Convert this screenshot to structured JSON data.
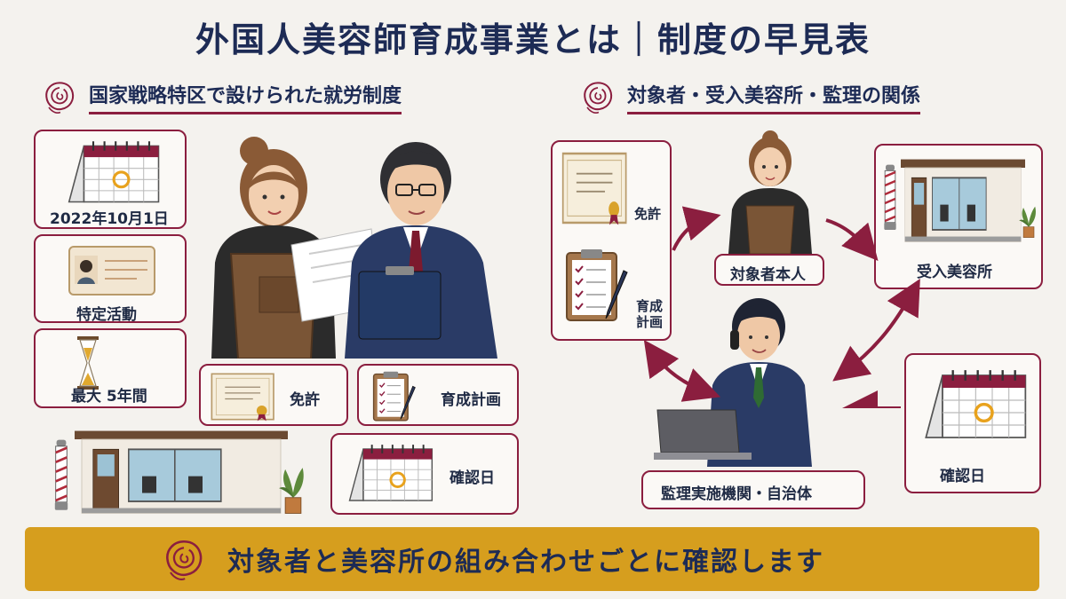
{
  "title": "外国人美容師育成事業とは｜制度の早見表",
  "left": {
    "heading": "国家戦略特区で設けられた就労制度",
    "cards": {
      "date": "2022年10月1日",
      "activity": "特定活動",
      "duration": "最大 5年間",
      "license": "免許",
      "plan": "育成計画",
      "confirm": "確認日"
    }
  },
  "right": {
    "heading": "対象者・受入美容所・監理の関係",
    "doc_license": "免許",
    "doc_plan": "育成計画",
    "person": "対象者本人",
    "salon": "受入美容所",
    "agency": "監理実施機関・自治体",
    "confirm": "確認日"
  },
  "banner": "対象者と美容所の組み合わせごとに確認します",
  "colors": {
    "accent": "#8b1e3f",
    "navy": "#1d2b55",
    "gold": "#d69e1e"
  }
}
